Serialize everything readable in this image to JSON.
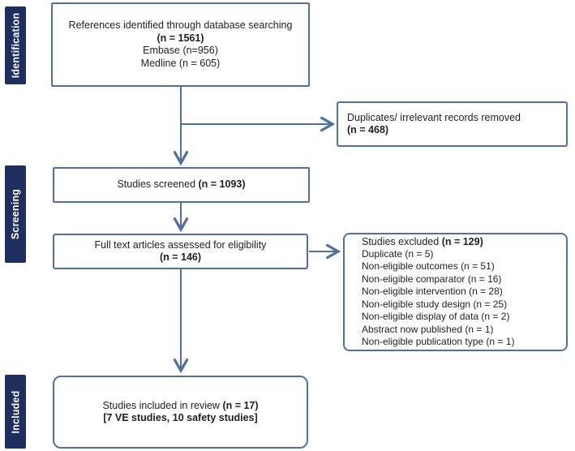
{
  "palette": {
    "sidebar_navy": "#1e2f5f",
    "box_border_blue": "#4f6fa5",
    "arrow_blue": "#4f6fa5",
    "text": "#1f1f1f"
  },
  "sidebar": {
    "identification": "Identification",
    "screening": "Screening",
    "included": "Included"
  },
  "boxes": {
    "identified": {
      "line1": "References identified through database searching",
      "line2_bold": "(n = 1561)",
      "line3": "Embase (n=956)",
      "line4": "Medline (n = 605)"
    },
    "duplicates": {
      "line1": "Duplicates/ irrelevant records removed",
      "line2_bold": "(n = 468)"
    },
    "screened": {
      "normal": "Studies screened ",
      "bold": "(n = 1093)"
    },
    "fulltext": {
      "line1": "Full text articles assessed for eligibility",
      "line2_bold": "(n = 146)"
    },
    "excluded": {
      "header_normal": "Studies excluded ",
      "header_bold": "(n = 129)",
      "items": [
        "Duplicate (n = 5)",
        "Non-eligible outcomes (n = 51)",
        "Non-eligible comparator (n = 16)",
        "Non-eligible intervention (n = 28)",
        "Non-eligible study design (n = 25)",
        "Non-eligible display of data (n = 2)",
        "Abstract now published (n = 1)",
        "Non-eligible publication type (n = 1)"
      ]
    },
    "included": {
      "line1_normal": "Studies included in review ",
      "line1_bold": "(n = 17)",
      "line2_bold": "[7 VE studies, 10 safety studies]"
    }
  }
}
